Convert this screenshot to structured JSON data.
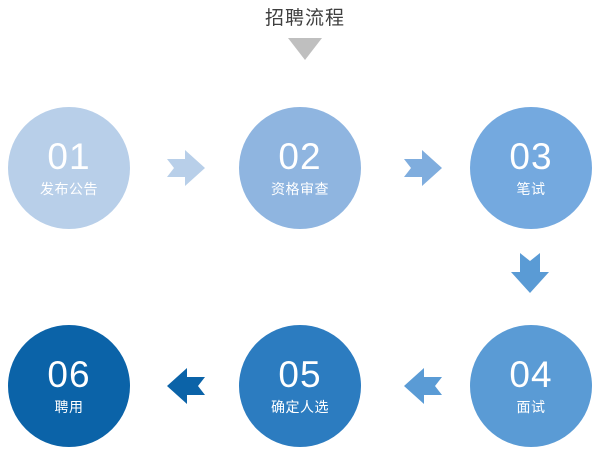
{
  "title": {
    "text": "招聘流程",
    "caret_icon": "chevron-down-icon",
    "caret_color": "#bfbfbf",
    "text_color": "#3f3f3f"
  },
  "diagram": {
    "type": "process-flow",
    "direction": "serpentine-left-to-right-then-right-to-left",
    "steps": [
      {
        "id": "01",
        "number": "01",
        "label": "发布公告",
        "color": "#b8cfe9"
      },
      {
        "id": "02",
        "number": "02",
        "label": "资格审查",
        "color": "#8fb5e0"
      },
      {
        "id": "03",
        "number": "03",
        "label": "笔试",
        "color": "#74a9df"
      },
      {
        "id": "04",
        "number": "04",
        "label": "面试",
        "color": "#5a9bd5"
      },
      {
        "id": "05",
        "number": "05",
        "label": "确定人选",
        "color": "#2c7cc0"
      },
      {
        "id": "06",
        "number": "06",
        "label": "聘用",
        "color": "#0b63a8"
      }
    ],
    "connectors": [
      {
        "id": "01-02",
        "icon": "arrow-right-icon",
        "from": "01",
        "to": "02",
        "direction": "right",
        "color": "#b8cfe9"
      },
      {
        "id": "02-03",
        "icon": "arrow-right-icon",
        "from": "02",
        "to": "03",
        "direction": "right",
        "color": "#7fadde"
      },
      {
        "id": "03-04",
        "icon": "arrow-down-icon",
        "from": "03",
        "to": "04",
        "direction": "down",
        "color": "#5a9bd5"
      },
      {
        "id": "04-05",
        "icon": "arrow-left-icon",
        "from": "04",
        "to": "05",
        "direction": "left",
        "color": "#5a9bd5"
      },
      {
        "id": "05-06",
        "icon": "arrow-left-icon",
        "from": "05",
        "to": "06",
        "direction": "left",
        "color": "#0b63a8"
      }
    ]
  }
}
